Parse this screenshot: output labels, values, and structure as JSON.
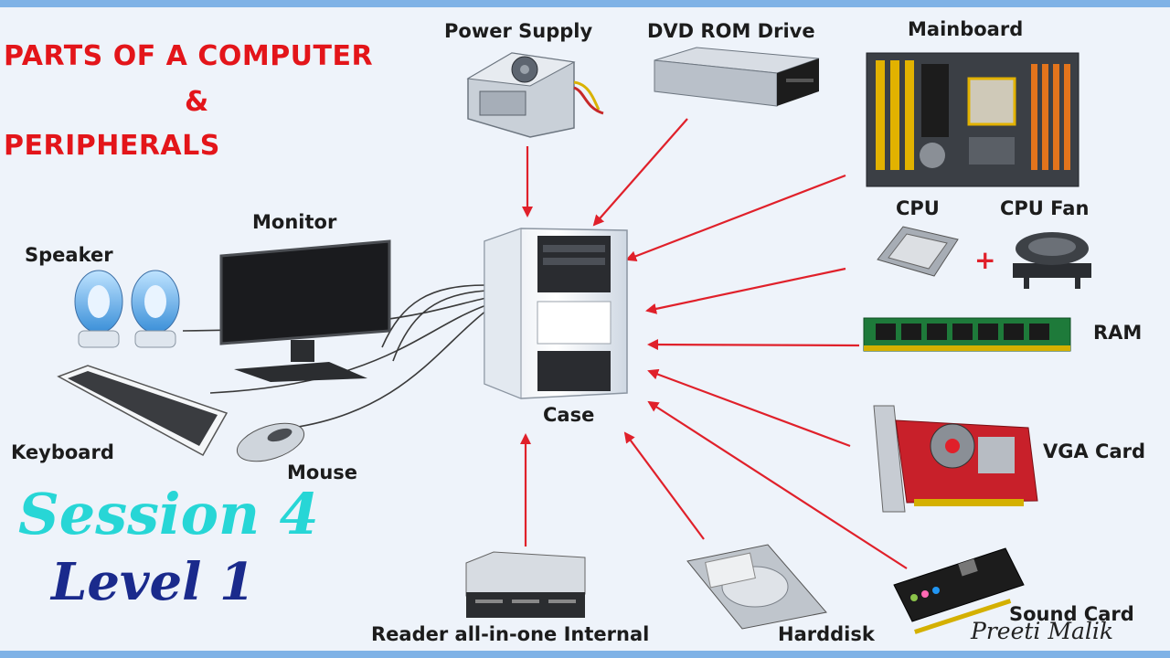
{
  "title": {
    "line1": "PARTS OF A COMPUTER",
    "line2": "&",
    "line3": "PERIPHERALS"
  },
  "session": {
    "session_label": "Session 4",
    "level_label": "Level 1"
  },
  "signature": "Preeti Malik",
  "labels": {
    "power_supply": "Power Supply",
    "dvd_rom": "DVD ROM Drive",
    "mainboard": "Mainboard",
    "cpu": "CPU",
    "cpu_fan": "CPU Fan",
    "plus": "+",
    "ram": "RAM",
    "vga_card": "VGA Card",
    "sound_card": "Sound Card",
    "harddisk": "Harddisk",
    "card_reader": "Reader all-in-one Internal",
    "case": "Case",
    "monitor": "Monitor",
    "speaker": "Speaker",
    "keyboard": "Keyboard",
    "mouse": "Mouse"
  },
  "colors": {
    "title_red": "#e3151a",
    "arrow_red": "#e0202a",
    "session_cyan": "#27d6d6",
    "level_navy": "#1a2a8c",
    "frame_blue": "#7fb2e6",
    "background": "#eef3fa"
  }
}
